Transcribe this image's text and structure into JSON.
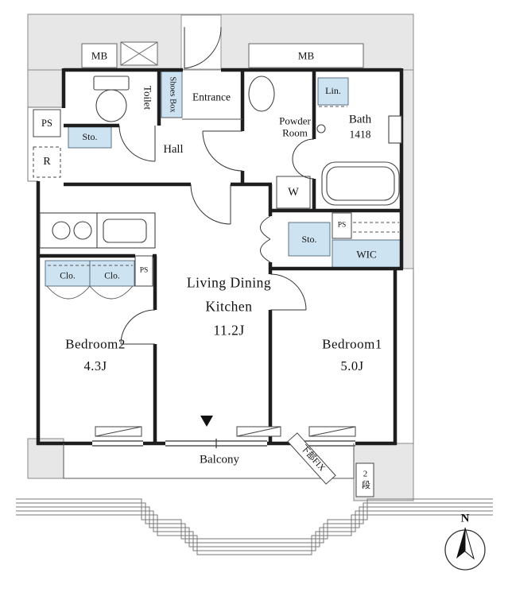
{
  "plan": {
    "rooms": {
      "entrance": "Entrance",
      "hall": "Hall",
      "toilet": "Toilet",
      "powder_room_line1": "Powder",
      "powder_room_line2": "Room",
      "bath_name": "Bath",
      "bath_size": "1418",
      "ldk_line1": "Living Dining",
      "ldk_line2": "Kitchen",
      "ldk_size": "11.2J",
      "bedroom1_name": "Bedroom1",
      "bedroom1_size": "5.0J",
      "bedroom2_name": "Bedroom2",
      "bedroom2_size": "4.3J",
      "balcony": "Balcony"
    },
    "storage": {
      "shoes_box": "Shoes Box",
      "linen": "Lin.",
      "storage_hall": "Sto.",
      "storage_ldk": "Sto.",
      "walk_in_closet": "WIC",
      "closet_left": "Clo.",
      "closet_right": "Clo."
    },
    "utilities": {
      "meter_box_left": "MB",
      "meter_box_right": "MB",
      "pipe_space_left": "PS",
      "pipe_space_kitchen": "PS",
      "pipe_space_wic": "PS",
      "refrigerator": "R",
      "washer": "W"
    },
    "annotations": {
      "fixed_window": "下部FIX",
      "two_tier_shelf": "2段",
      "compass_north": "N"
    },
    "colors": {
      "highlight": "#cde3f2",
      "common_area": "#e7e7e7",
      "wall": "#1e1e1e"
    }
  }
}
